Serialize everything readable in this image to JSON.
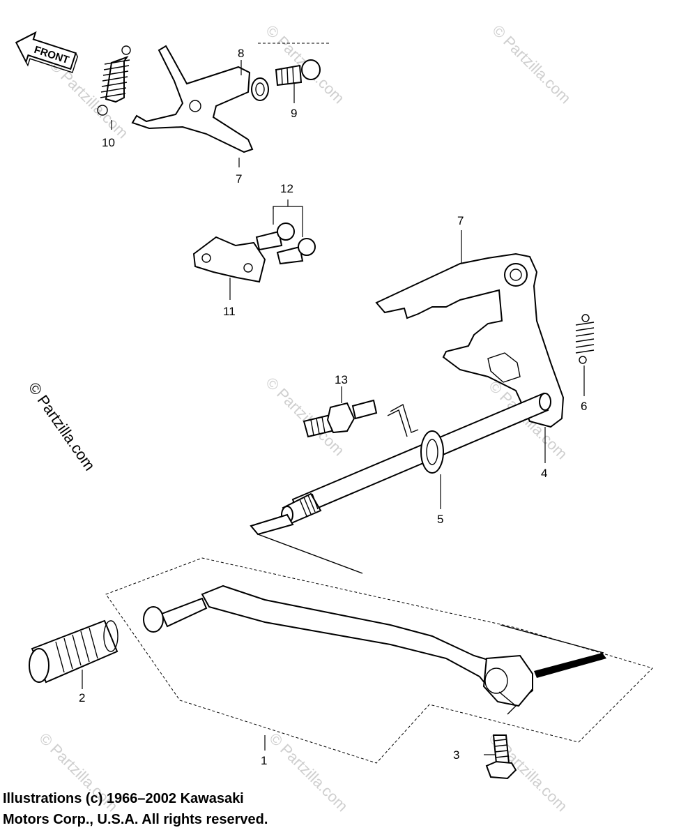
{
  "front_label": "FRONT",
  "callouts": {
    "c1": "1",
    "c2": "2",
    "c3": "3",
    "c4": "4",
    "c5": "5",
    "c6": "6",
    "c7a": "7",
    "c7b": "7",
    "c8": "8",
    "c9": "9",
    "c10": "10",
    "c11": "11",
    "c12": "12",
    "c13": "13"
  },
  "watermark": "© Partzilla.com",
  "copyright": "Illustrations (c) 1966–2002 Kawasaki\nMotors Corp., U.S.A.  All rights reserved."
}
